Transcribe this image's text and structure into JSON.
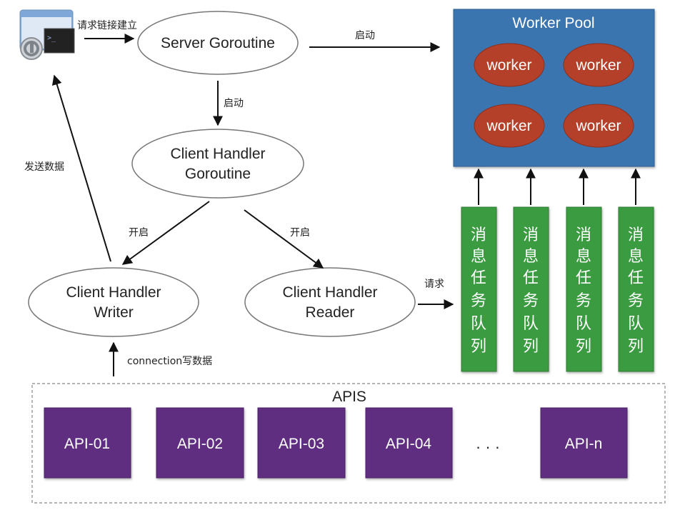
{
  "nodes": {
    "server_goroutine": "Server Goroutine",
    "client_handler_goroutine": [
      "Client Handler",
      "Goroutine"
    ],
    "client_handler_writer": [
      "Client Handler",
      "Writer"
    ],
    "client_handler_reader": [
      "Client Handler",
      "Reader"
    ]
  },
  "worker_pool": {
    "title": "Worker Pool",
    "workers": [
      "worker",
      "worker",
      "worker",
      "worker"
    ]
  },
  "queues": [
    [
      "消",
      "息",
      "任",
      "务",
      "队",
      "列"
    ],
    [
      "消",
      "息",
      "任",
      "务",
      "队",
      "列"
    ],
    [
      "消",
      "息",
      "任",
      "务",
      "队",
      "列"
    ],
    [
      "消",
      "息",
      "任",
      "务",
      "队",
      "列"
    ]
  ],
  "edge_labels": {
    "request_connect": "请求链接建立",
    "start_pool": "启动",
    "start_handler": "启动",
    "send_data": "发送数据",
    "open_writer": "开启",
    "open_reader": "开启",
    "request": "请求",
    "connection_write": "connection写数据"
  },
  "apis": {
    "title": "APIS",
    "items": [
      "API-01",
      "API-02",
      "API-03",
      "API-04",
      "API-n"
    ],
    "ellipsis": "· · ·"
  },
  "colors": {
    "pool_blue": "#3a75b0",
    "worker_red": "#b5402a",
    "queue_green": "#3b9b3f",
    "api_purple": "#5e2f80"
  },
  "icons": {
    "client_app": "terminal-lock-icon"
  }
}
